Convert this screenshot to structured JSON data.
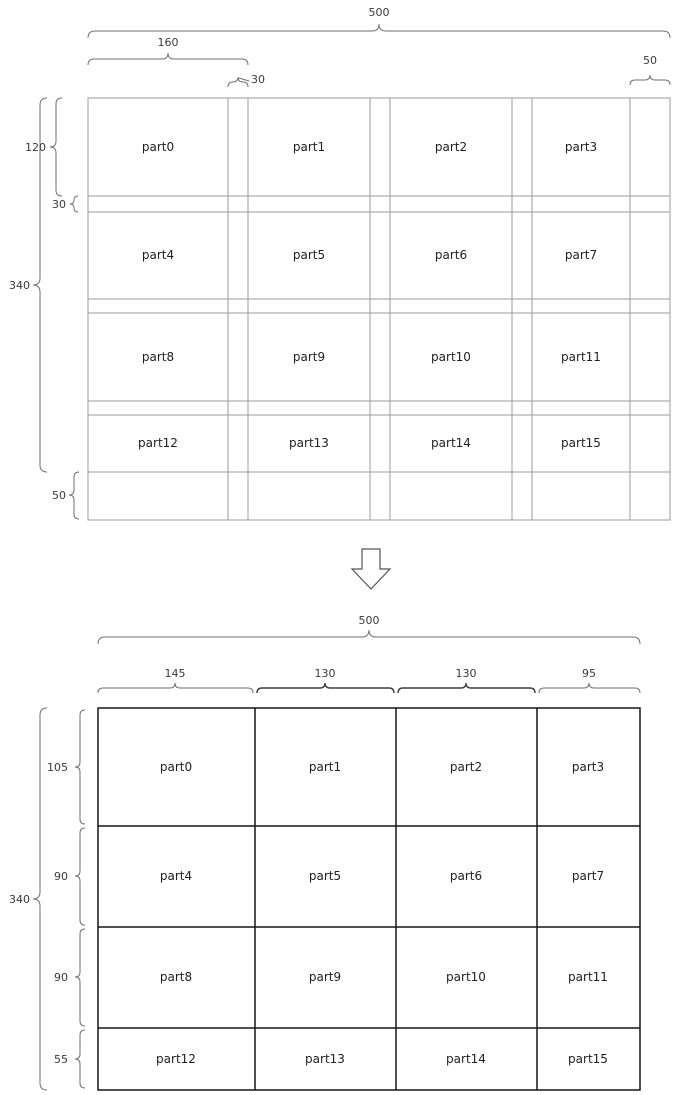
{
  "top_diagram": {
    "dims": {
      "total_width": "500",
      "first_column": "160",
      "column_gutter": "30",
      "right_margin": "50",
      "first_row": "120",
      "row_gutter": "30",
      "total_height": "340",
      "bottom_margin": "50"
    },
    "parts": [
      "part0",
      "part1",
      "part2",
      "part3",
      "part4",
      "part5",
      "part6",
      "part7",
      "part8",
      "part9",
      "part10",
      "part11",
      "part12",
      "part13",
      "part14",
      "part15"
    ]
  },
  "bottom_diagram": {
    "dims": {
      "total_width": "500",
      "column_widths": [
        "145",
        "130",
        "130",
        "95"
      ],
      "total_height": "340",
      "row_heights": [
        "105",
        "90",
        "90",
        "55"
      ]
    },
    "parts": [
      "part0",
      "part1",
      "part2",
      "part3",
      "part4",
      "part5",
      "part6",
      "part7",
      "part8",
      "part9",
      "part10",
      "part11",
      "part12",
      "part13",
      "part14",
      "part15"
    ]
  }
}
